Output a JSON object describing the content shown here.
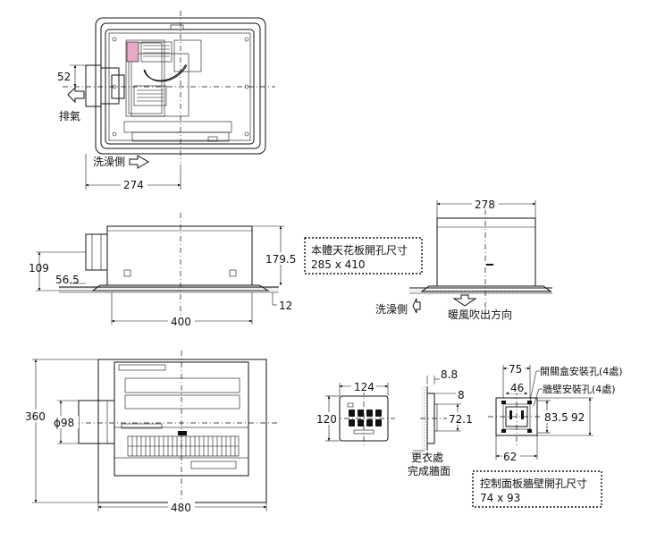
{
  "top_view": {
    "dim_52": "52",
    "exhaust_label": "排氣",
    "bath_side_label": "洗澡側",
    "dim_274": "274"
  },
  "side_view": {
    "dim_109": "109",
    "dim_56_5": "56.5",
    "dim_179_5": "179.5",
    "dim_400": "400",
    "dim_12": "12"
  },
  "ceiling_opening_box": {
    "title": "本體天花板開孔尺寸",
    "size": "285 x 410"
  },
  "end_view": {
    "dim_278": "278",
    "bath_side_label": "洗澡側",
    "warm_air_label": "暖風吹出方向"
  },
  "front_view": {
    "dim_360": "360",
    "dim_phi98": "ϕ98",
    "dim_480": "480"
  },
  "control_panel": {
    "dim_124": "124",
    "dim_120": "120",
    "dim_8_8": "8.8",
    "dim_8": "8",
    "dim_72_1": "72.1",
    "wall_note_line1": "更衣處",
    "wall_note_line2": "完成牆面"
  },
  "mount_box": {
    "dim_75": "75",
    "dim_46": "46",
    "dim_83_5": "83.5",
    "dim_92": "92",
    "dim_62": "62",
    "switch_box_holes": "開關盒安裝孔(4處)",
    "wall_holes": "牆壁安裝孔(4處)"
  },
  "panel_opening_box": {
    "title": "控制面板牆壁開孔尺寸",
    "size": "74 x 93"
  }
}
